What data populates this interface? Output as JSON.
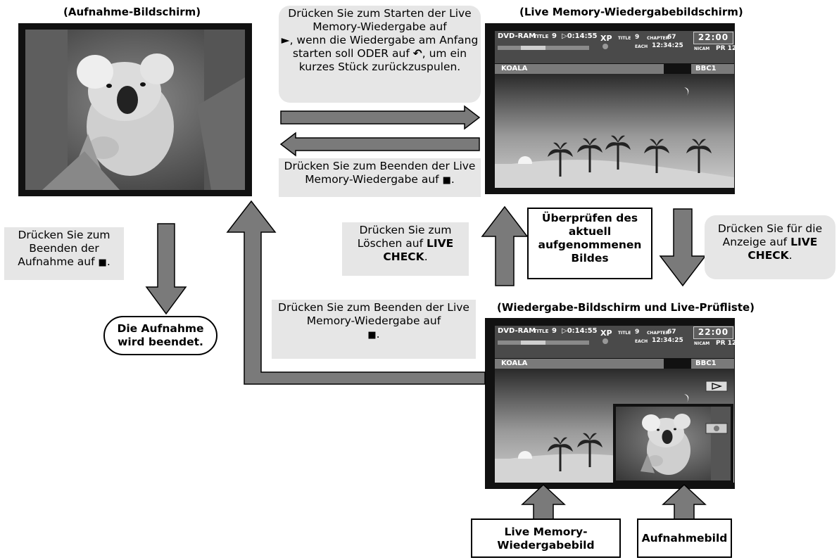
{
  "headings": {
    "recording": "(Aufnahme-Bildschirm)",
    "live_memory": "(Live Memory-Wiedergabebildschirm)",
    "playback_list": "(Wiedergabe-Bildschirm und Live-Prüfliste)"
  },
  "notes": {
    "start_a": "Drücken Sie zum Starten der Live Memory-Wiedergabe auf",
    "start_b": ", wenn die Wiedergabe am Anfang starten soll ODER auf",
    "start_c": ", um ein kurzes Stück zurückzuspulen.",
    "stop_live_top": "Drücken Sie zum Beenden der Live Memory-Wiedergabe auf",
    "stop_recording": "Drücken Sie zum Beenden der Aufnahme auf",
    "delete_prefix": "Drücken Sie zum Löschen auf",
    "delete_bold": "LIVE CHECK",
    "show_prefix": "Drücken Sie für die Anzeige auf",
    "show_bold": "LIVE CHECK",
    "stop_live_bottom": "Drücken Sie zum Beenden der Live Memory-Wiedergabe auf",
    "square": "■",
    "period": "."
  },
  "boxes": {
    "check_current": "Überprüfen des aktuell aufgenommenen Bildes",
    "recording_ends": "Die Aufnahme wird beendet.",
    "live_memory_image": "Live Memory-Wiedergabebild",
    "recording_image": "Aufnahmebild"
  },
  "osd": {
    "disc": "DVD-RAM",
    "title_label": "TITLE",
    "title_num": "9",
    "time": "0:14:55",
    "mode": "XP",
    "title2_label": "TITLE",
    "title2_num": "9",
    "chapter_label": "CHAPTER",
    "chapter_num": "67",
    "each": "EACH",
    "clock": "12:34:25",
    "time_right": "22:00",
    "nicam": "NICAM",
    "program": "PR 12",
    "name": "KOALA",
    "channel": "BBC1"
  },
  "colors": {
    "arrow_fill": "#7a7a7a",
    "note_bg": "#e6e6e6",
    "osd_bg": "#4a4a4a"
  }
}
